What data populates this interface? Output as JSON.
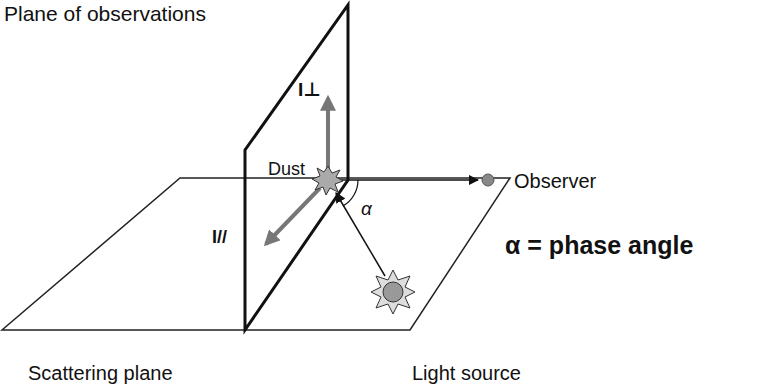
{
  "diagram": {
    "labels": [
      "Plane of observations",
      "I⊥",
      "Dust",
      "α",
      "Observer",
      "α = phase angle",
      "I//",
      "Scattering plane",
      "Light source"
    ]
  }
}
